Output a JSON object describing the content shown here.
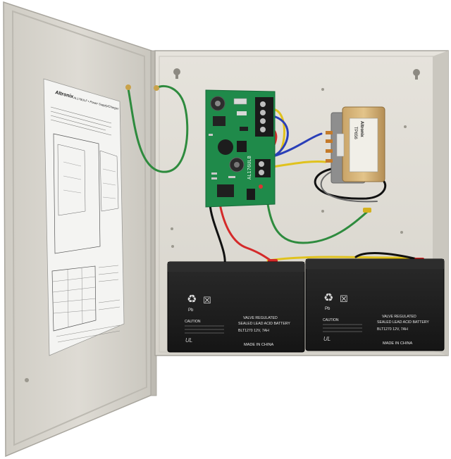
{
  "door_label": {
    "brand": "Altronix",
    "model_title": "AL176ULF • Power Supply/Charger"
  },
  "pcb": {
    "label": "AL176ULB"
  },
  "transformer": {
    "brand": "Altronix",
    "model": "TP656"
  },
  "batteries": [
    {
      "caution_title": "CAUTION",
      "type_line1": "VALVE REGULATED",
      "type_line2": "SEALED LEAD ACID BATTERY",
      "model_line": "BLT1270  12V, 7AH",
      "origin": "MADE IN CHINA",
      "pb_mark": "Pb"
    },
    {
      "caution_title": "CAUTION",
      "type_line1": "VALVE REGULATED",
      "type_line2": "SEALED LEAD ACID BATTERY",
      "model_line": "BLT1270  12V, 7AH",
      "origin": "MADE IN CHINA",
      "pb_mark": "Pb"
    }
  ],
  "colors": {
    "enclosure": "#d9d6cf",
    "enclosure_inner": "#e4e1da",
    "pcb": "#1f8a4a",
    "battery": "#1c1c1c",
    "wire_green": "#2e8b3e",
    "wire_red": "#d42a2a",
    "wire_yellow": "#e0c21e",
    "wire_blue": "#2a3fb8",
    "wire_black": "#111111"
  }
}
